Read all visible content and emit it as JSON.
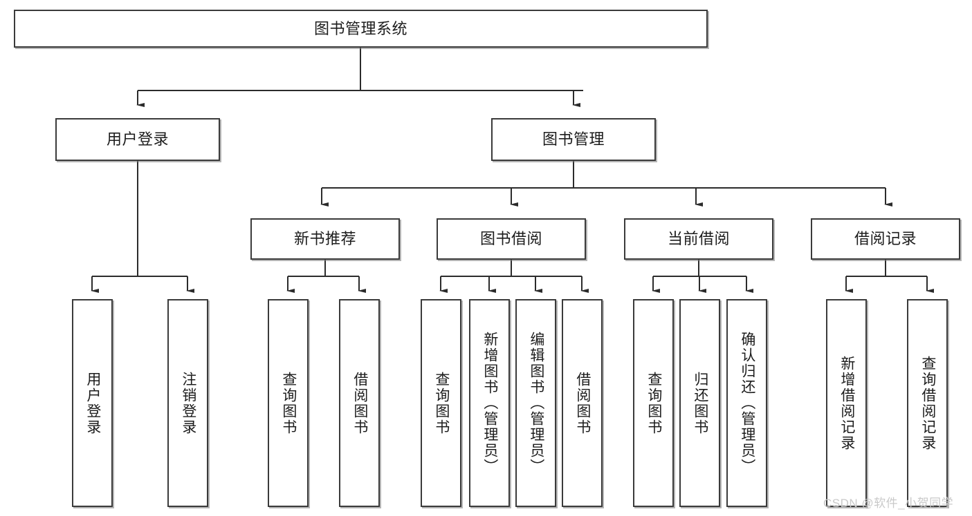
{
  "diagram": {
    "type": "tree-hierarchy-chart",
    "title": "图书管理系统",
    "watermark": "CSDN @软件_小贺同学",
    "colors": {
      "box_border": "#3a3a3a",
      "box_fill": "#ffffff",
      "connector": "#2b2b2b",
      "text": "#1c1c1c",
      "watermark": "#c9c9c9",
      "background": "#ffffff"
    },
    "levels": [
      {
        "level": 1,
        "nodes": [
          {
            "id": "root",
            "label": "图书管理系统",
            "orientation": "horizontal"
          }
        ]
      },
      {
        "level": 2,
        "nodes": [
          {
            "id": "user-login",
            "label": "用户登录",
            "orientation": "horizontal",
            "parent": "root"
          },
          {
            "id": "book-manage",
            "label": "图书管理",
            "orientation": "horizontal",
            "parent": "root"
          }
        ]
      },
      {
        "level": 3,
        "nodes": [
          {
            "id": "new-book-rec",
            "label": "新书推荐",
            "orientation": "horizontal",
            "parent": "book-manage"
          },
          {
            "id": "book-borrow",
            "label": "图书借阅",
            "orientation": "horizontal",
            "parent": "book-manage"
          },
          {
            "id": "current-borrow",
            "label": "当前借阅",
            "orientation": "horizontal",
            "parent": "book-manage"
          },
          {
            "id": "borrow-record",
            "label": "借阅记录",
            "orientation": "horizontal",
            "parent": "book-manage"
          }
        ]
      },
      {
        "level": 4,
        "nodes": [
          {
            "id": "leaf-user-login",
            "label": "用户登录",
            "orientation": "vertical",
            "parent": "user-login"
          },
          {
            "id": "leaf-logout-login",
            "label": "注销登录",
            "orientation": "vertical",
            "parent": "user-login"
          },
          {
            "id": "leaf-query-book-1",
            "label": "查询图书",
            "orientation": "vertical",
            "parent": "new-book-rec"
          },
          {
            "id": "leaf-borrow-book-1",
            "label": "借阅图书",
            "orientation": "vertical",
            "parent": "new-book-rec"
          },
          {
            "id": "leaf-query-book-2",
            "label": "查询图书",
            "orientation": "vertical",
            "parent": "book-borrow"
          },
          {
            "id": "leaf-add-book",
            "label": "新增图书（管理员）",
            "orientation": "vertical",
            "parent": "book-borrow"
          },
          {
            "id": "leaf-edit-book",
            "label": "编辑图书（管理员）",
            "orientation": "vertical",
            "parent": "book-borrow"
          },
          {
            "id": "leaf-borrow-book-2",
            "label": "借阅图书",
            "orientation": "vertical",
            "parent": "book-borrow"
          },
          {
            "id": "leaf-query-book-3",
            "label": "查询图书",
            "orientation": "vertical",
            "parent": "current-borrow"
          },
          {
            "id": "leaf-return-book",
            "label": "归还图书",
            "orientation": "vertical",
            "parent": "current-borrow"
          },
          {
            "id": "leaf-confirm-return",
            "label": "确认归还（管理员）",
            "orientation": "vertical",
            "parent": "current-borrow"
          },
          {
            "id": "leaf-add-record",
            "label": "新增借阅记录",
            "orientation": "vertical",
            "parent": "borrow-record"
          },
          {
            "id": "leaf-query-record",
            "label": "查询借阅记录",
            "orientation": "vertical",
            "parent": "borrow-record"
          }
        ]
      }
    ]
  }
}
